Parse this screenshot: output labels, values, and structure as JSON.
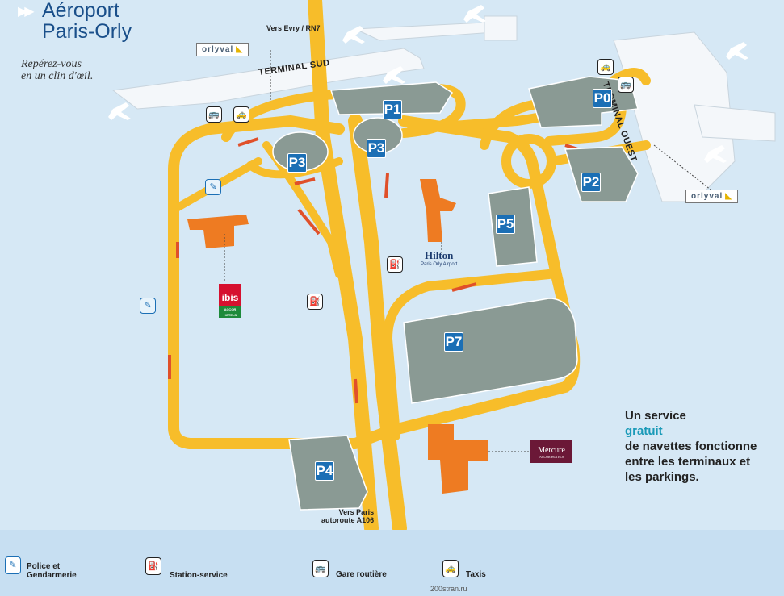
{
  "title": {
    "line1": "Aéroport",
    "line2": "Paris-Orly"
  },
  "tagline": {
    "line1": "Repérez-vous",
    "line2": "en un clin d'œil."
  },
  "roads": {
    "north": "Vers Evry / RN7",
    "south_line1": "Vers Paris",
    "south_line2": "autoroute A106"
  },
  "terminals": {
    "sud": "TERMINAL SUD",
    "ouest": "TERMINAL OUEST"
  },
  "orlyval": {
    "label": "orlyval"
  },
  "parkings": [
    "P1",
    "P3",
    "P3",
    "P0",
    "P2",
    "P5",
    "P7",
    "P4"
  ],
  "hotels": {
    "hilton": {
      "name": "Hilton",
      "sub": "Paris Orly Airport"
    },
    "ibis": {
      "name": "ibis",
      "sub": "ACCOR HOTELS"
    },
    "mercure": {
      "name": "Mercure",
      "sub": "ACCOR HOTELS"
    }
  },
  "service": {
    "part1": "Un service ",
    "highlight": "gratuit",
    "line2": "de navettes fonctionne",
    "line3": "entre les terminaux et",
    "line4": "les parkings."
  },
  "legend": {
    "police_line1": "Police et",
    "police_line2": "Gendarmerie",
    "fuel": "Station-service",
    "bus": "Gare routière",
    "taxi": "Taxis"
  },
  "credit": "200stran.ru",
  "colors": {
    "road": "#f7bd2a",
    "parking": "#8a9a94",
    "parking_badge": "#1b6fb5",
    "hotel_building": "#ee7b22",
    "arrow": "#e0502a",
    "background": "#d6e8f5",
    "terminal": "#f4f7fa"
  },
  "icons": [
    "police-icon",
    "fuel-icon",
    "bus-icon",
    "taxi-icon",
    "plane-icon",
    "orlyval-arrow-icon"
  ]
}
